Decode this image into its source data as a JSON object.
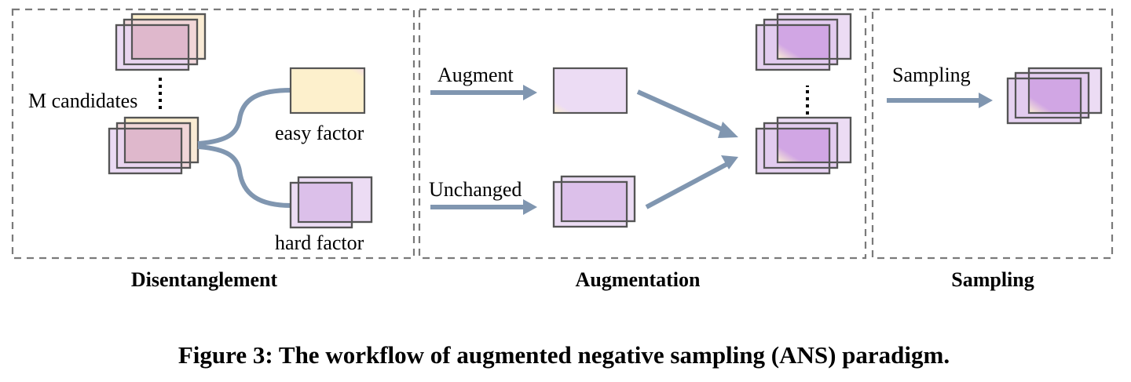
{
  "figure": {
    "caption": "Figure 3: The workflow of augmented negative sampling (ANS) paradigm.",
    "panels": [
      {
        "id": "disentanglement",
        "title": "Disentanglement",
        "labels": {
          "candidates": "M candidates",
          "easy": "easy factor",
          "hard": "hard factor"
        }
      },
      {
        "id": "augmentation",
        "title": "Augmentation",
        "labels": {
          "augment": "Augment",
          "unchanged": "Unchanged"
        }
      },
      {
        "id": "sampling",
        "title": "Sampling",
        "labels": {
          "sampling": "Sampling"
        }
      }
    ]
  },
  "colors": {
    "arrow": "#8096b0",
    "panel_border": "#7a7a7a",
    "box_border": "#555555",
    "easy_fill": "#fdf0cc",
    "hard_fill": "#dcc0ea",
    "light_purple": "#ecdcf4",
    "mixed_fill": "#dfb8cc",
    "deep_purple": "#d1a6e4"
  }
}
